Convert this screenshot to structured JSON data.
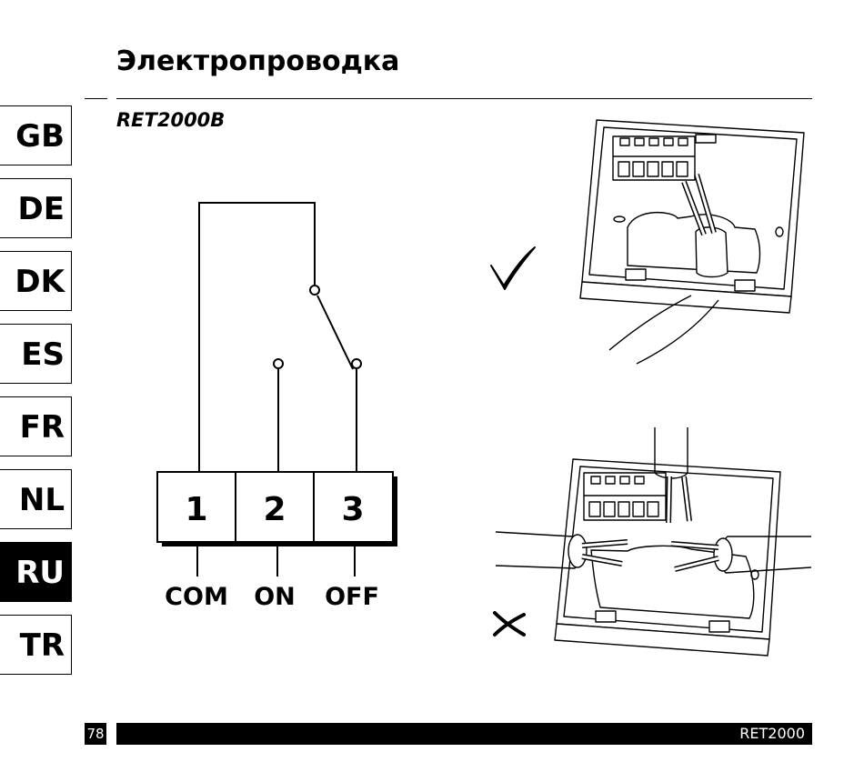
{
  "page": {
    "title": "Электропроводка",
    "model": "RET2000B",
    "page_number": "78",
    "footer_model": "RET2000"
  },
  "languages": [
    {
      "code": "GB",
      "active": false
    },
    {
      "code": "DE",
      "active": false
    },
    {
      "code": "DK",
      "active": false
    },
    {
      "code": "ES",
      "active": false
    },
    {
      "code": "FR",
      "active": false
    },
    {
      "code": "NL",
      "active": false
    },
    {
      "code": "RU",
      "active": true
    },
    {
      "code": "TR",
      "active": false
    }
  ],
  "diagram": {
    "terminals": [
      {
        "number": "1",
        "label": "COM"
      },
      {
        "number": "2",
        "label": "ON"
      },
      {
        "number": "3",
        "label": "OFF"
      }
    ]
  },
  "illustrations": {
    "correct_mark": "check-icon",
    "incorrect_mark": "cross-icon"
  }
}
